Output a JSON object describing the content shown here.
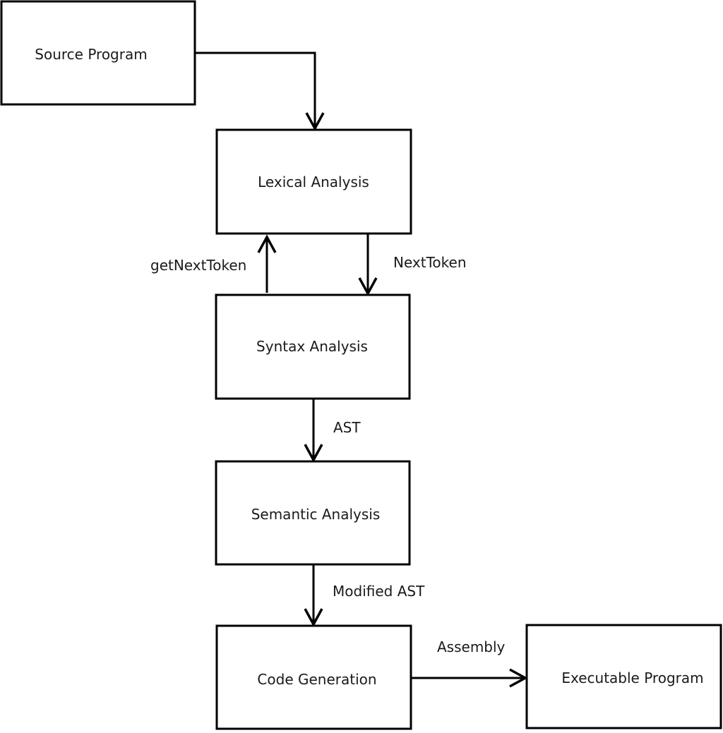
{
  "nodes": {
    "source": "Source Program",
    "lexical": "Lexical Analysis",
    "syntax": "Syntax Analysis",
    "semantic": "Semantic Analysis",
    "codegen": "Code Generation",
    "executable": "Executable Program"
  },
  "edges": {
    "get_next_token": "getNextToken",
    "next_token": "NextToken",
    "ast": "AST",
    "modified_ast": "Modified AST",
    "assembly": "Assembly"
  },
  "colors": {
    "stroke": "#000000",
    "text": "#1a1a1a",
    "background": "#ffffff"
  }
}
